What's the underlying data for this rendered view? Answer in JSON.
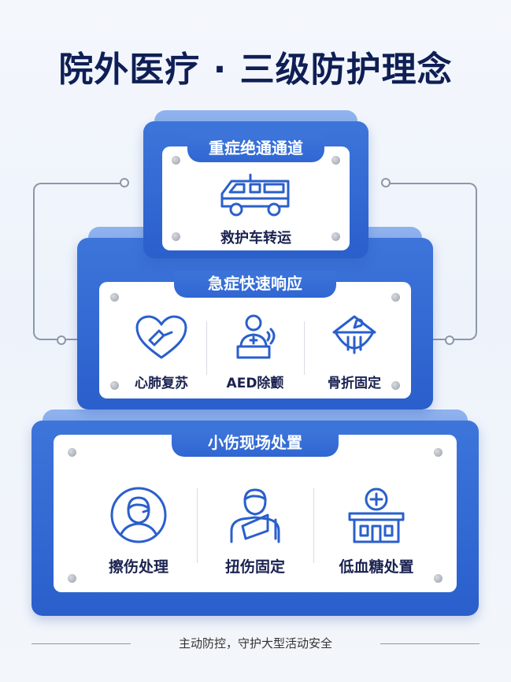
{
  "title": "院外医疗 · 三级防护理念",
  "tiers": [
    {
      "heading": "重症绝通通道",
      "items": [
        {
          "label": "救护车转运",
          "icon": "ambulance-icon"
        }
      ]
    },
    {
      "heading": "急症快速响应",
      "items": [
        {
          "label": "心肺复苏",
          "icon": "heart-cpr-icon"
        },
        {
          "label": "AED除颤",
          "icon": "aed-icon"
        },
        {
          "label": "骨折固定",
          "icon": "fracture-splint-icon"
        }
      ]
    },
    {
      "heading": "小伤现场处置",
      "items": [
        {
          "label": "擦伤处理",
          "icon": "person-bandage-icon"
        },
        {
          "label": "扭伤固定",
          "icon": "arm-sling-icon"
        },
        {
          "label": "低血糖处置",
          "icon": "clinic-icon"
        }
      ]
    }
  ],
  "footer": "主动防控，守护大型活动安全",
  "colors": {
    "blue": "#2f66d2",
    "icon_blue": "#2a5fcc",
    "title": "#0f1f55"
  }
}
